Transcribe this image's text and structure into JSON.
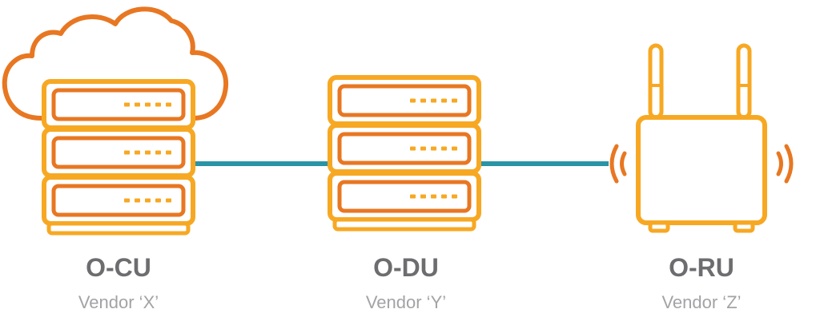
{
  "colors": {
    "cloud": "#e87722",
    "server_outer": "#f7a823",
    "server_inner": "#e87722",
    "radio": "#f7a823",
    "radio_waves": "#e87722",
    "link": "#2a93a6",
    "title_text": "#6d6d70",
    "subtitle_text": "#a3a3a6"
  },
  "nodes": [
    {
      "id": "ocu",
      "title": "O-CU",
      "vendor": "Vendor ‘X’",
      "icon": "cloud-server-icon"
    },
    {
      "id": "odu",
      "title": "O-DU",
      "vendor": "Vendor ‘Y’",
      "icon": "server-icon"
    },
    {
      "id": "oru",
      "title": "O-RU",
      "vendor": "Vendor ‘Z’",
      "icon": "radio-unit-icon"
    }
  ],
  "links": [
    {
      "from": "ocu",
      "to": "odu"
    },
    {
      "from": "odu",
      "to": "oru"
    }
  ]
}
